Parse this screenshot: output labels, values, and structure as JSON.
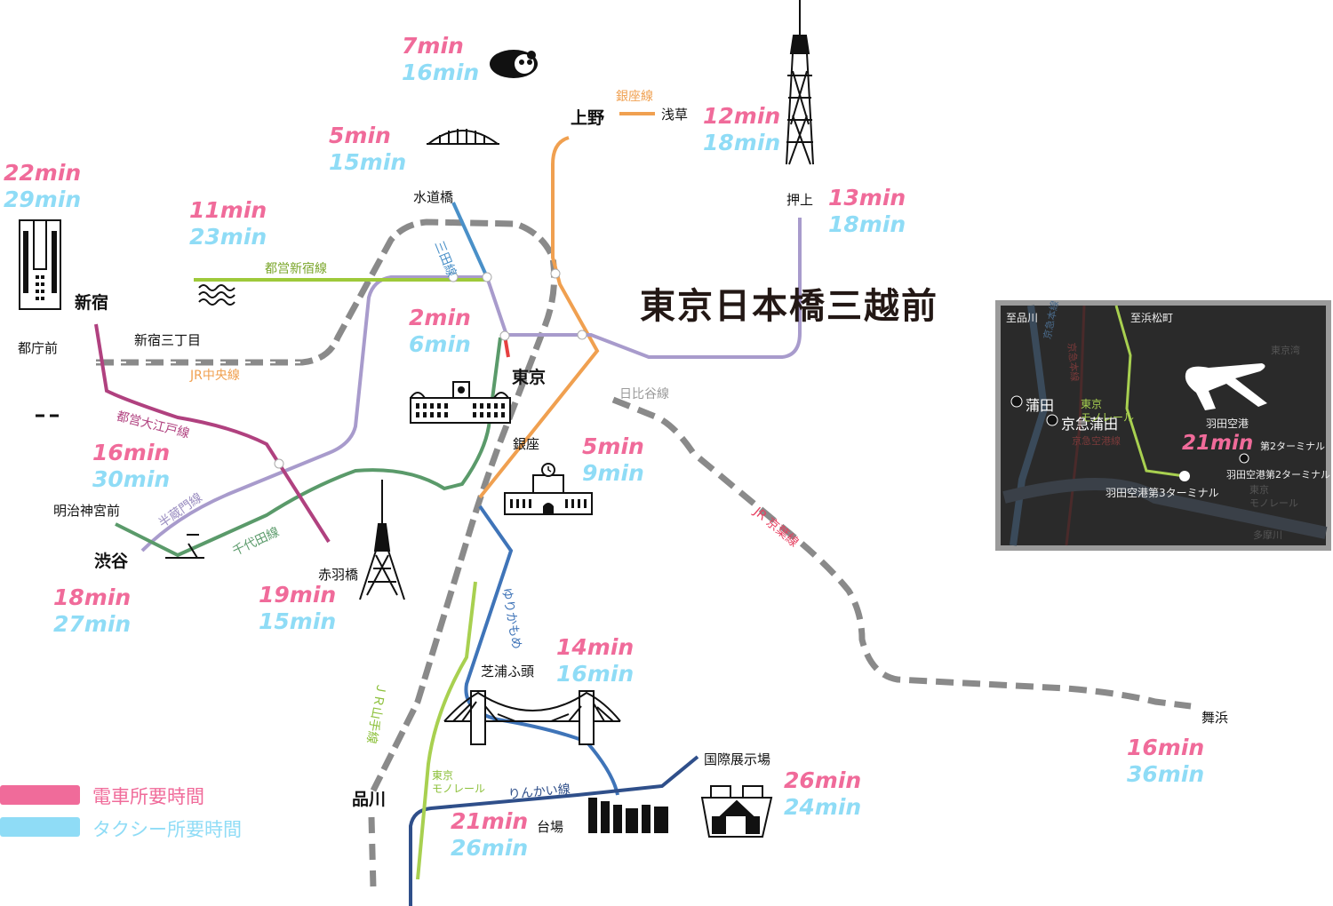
{
  "colors": {
    "train": "#f06b9a",
    "taxi": "#8fdcf6",
    "ginza": "#f0a050",
    "hanzomon": "#a89bcc",
    "mita": "#4a90c8",
    "shinjuku_line": "#9ec93a",
    "oedo": "#b0417f",
    "chiyoda": "#5a9a6a",
    "marunouchi": "#e64040",
    "jr": "#8a8a8a",
    "yurikamome": "#3f74b8",
    "rinkai": "#2f4f8a",
    "monorail": "#a8d050",
    "inset_bg": "#2a2a2a"
  },
  "title": "東京日本橋三越前",
  "stations": {
    "ueno": "上野",
    "asakusa": "浅草",
    "oshiage": "押上",
    "suidobashi": "水道橋",
    "shinjuku": "新宿",
    "shinjuku_sanchome": "新宿三丁目",
    "tochomae": "都庁前",
    "tokyo": "東京",
    "ginza": "銀座",
    "meiji_jingumae": "明治神宮前",
    "shibuya": "渋谷",
    "akabanebashi": "赤羽橋",
    "shibaura": "芝浦ふ頭",
    "shinagawa": "品川",
    "daiba": "台場",
    "kokusai": "国際展示場",
    "maihama": "舞浜"
  },
  "lines": {
    "ginza": "銀座線",
    "mita": "三田線",
    "toei_shinjuku": "都営新宿線",
    "jr_chuo": "JR中央線",
    "hibiya": "日比谷線",
    "oedo": "都営大江戸線",
    "hanzomon": "半蔵門線",
    "chiyoda": "千代田線",
    "jr_keiyo": "JR 京葉線",
    "yurikamome": "ゆりかもめ",
    "jr_yamanote": "ＪＲ山手線",
    "monorail": "東京\nモノレール",
    "rinkai": "りんかい線"
  },
  "times": {
    "ueno_park": {
      "train": "7min",
      "taxi": "16min"
    },
    "skytree": {
      "train": "12min",
      "taxi": "18min"
    },
    "oshiage": {
      "train": "13min",
      "taxi": "18min"
    },
    "bridge": {
      "train": "5min",
      "taxi": "15min"
    },
    "tocho": {
      "train": "22min",
      "taxi": "29min"
    },
    "shinjuku": {
      "train": "11min",
      "taxi": "23min"
    },
    "tokyo": {
      "train": "2min",
      "taxi": "6min"
    },
    "ginza": {
      "train": "5min",
      "taxi": "9min"
    },
    "meiji": {
      "train": "16min",
      "taxi": "30min"
    },
    "shibuya": {
      "train": "18min",
      "taxi": "27min"
    },
    "tokyo_tower": {
      "train": "19min",
      "taxi": "15min"
    },
    "shibaura": {
      "train": "14min",
      "taxi": "16min"
    },
    "daiba": {
      "train": "21min",
      "taxi": "26min"
    },
    "kokusai": {
      "train": "26min",
      "taxi": "24min"
    },
    "maihama": {
      "train": "16min",
      "taxi": "36min"
    },
    "haneda": {
      "train": "21min"
    }
  },
  "inset": {
    "to_shinagawa": "至品川",
    "to_hamamatsucho": "至浜松町",
    "kamata": "蒲田",
    "keikyu_kamata": "京急蒲田",
    "monorail": "東京\nモノレール",
    "haneda": "羽田空港",
    "term2": "第2ターミナル",
    "haneda_t2": "羽田空港第2ターミナル",
    "haneda_t3": "羽田空港第3ターミナル",
    "keikyu_line": "京急空港線",
    "keikyu_main": "京急本線",
    "keikyu_main2": "京急本線",
    "tokyo_monorail2": "東京\nモノレール",
    "tamagawa": "多摩川",
    "tokyo_bay": "東京湾"
  },
  "legend": {
    "train": "電車所要時間",
    "taxi": "タクシー所要時間"
  }
}
